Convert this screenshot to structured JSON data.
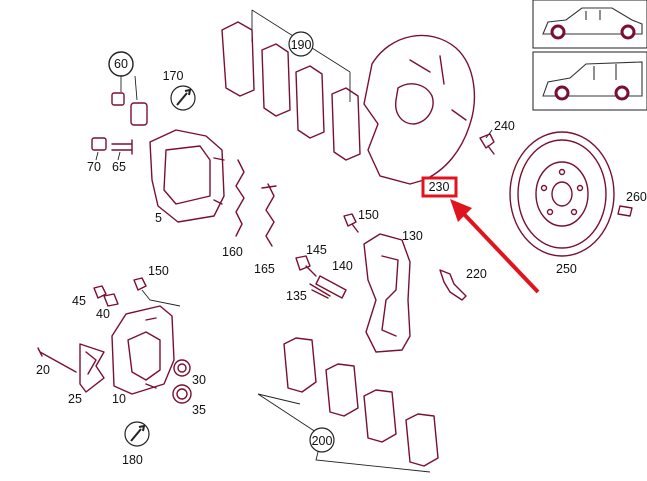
{
  "labels": {
    "p60": "60",
    "p170": "170",
    "p190": "190",
    "p240": "240",
    "p260": "260",
    "p230": "230",
    "p70": "70",
    "p65": "65",
    "p5": "5",
    "p160": "160",
    "p165": "165",
    "p150a": "150",
    "p145": "145",
    "p140": "140",
    "p130": "130",
    "p135": "135",
    "p220": "220",
    "p250": "250",
    "p150b": "150",
    "p45": "45",
    "p40": "40",
    "p20": "20",
    "p25": "25",
    "p10": "10",
    "p30": "30",
    "p35": "35",
    "p180": "180",
    "p200": "200"
  },
  "colors": {
    "line": "#7a1030",
    "highlight": "#e0141e",
    "arrow": "#e0141e"
  },
  "icons": {
    "sedan": "sedan-car-icon",
    "wagon": "wagon-car-icon",
    "wrench": "wrench-icon"
  }
}
